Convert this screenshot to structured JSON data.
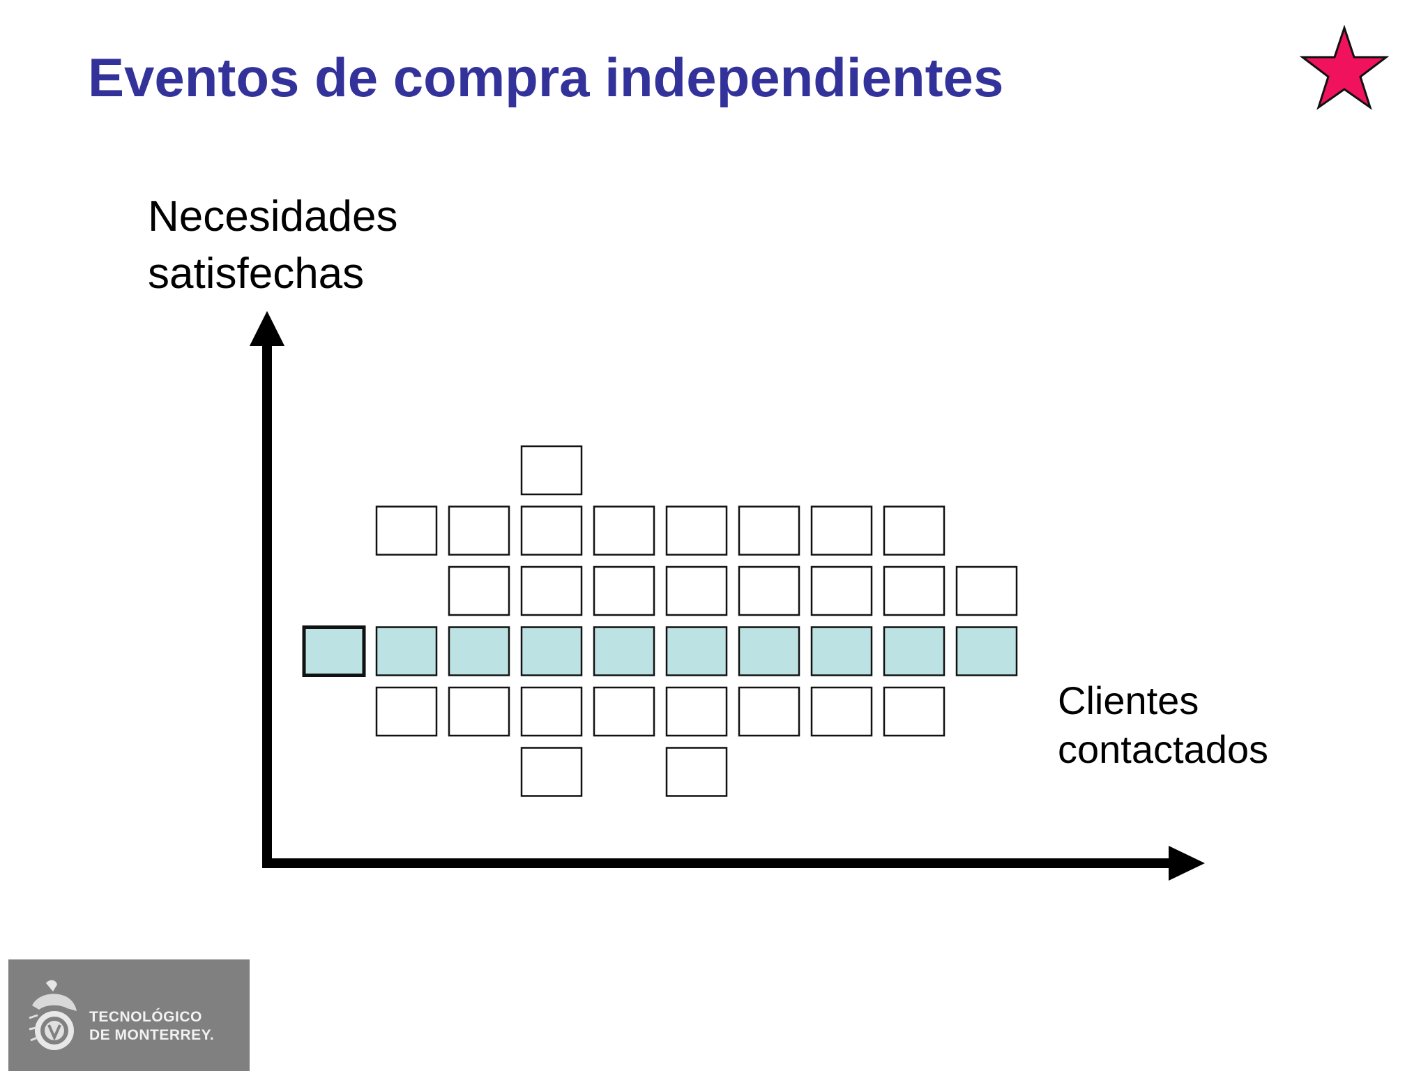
{
  "slide": {
    "title": "Eventos de compra independientes"
  },
  "axes": {
    "y_label_line1": "Necesidades",
    "y_label_line2": "satisfechas",
    "x_label_line1": "Clientes",
    "x_label_line2": "contactados"
  },
  "grid": {
    "rows": [
      {
        "cols": [
          3
        ],
        "filled": false
      },
      {
        "cols": [
          1,
          2,
          3,
          4,
          5,
          6,
          7,
          8
        ],
        "filled": false
      },
      {
        "cols": [
          2,
          3,
          4,
          5,
          6,
          7,
          8,
          9
        ],
        "filled": false
      },
      {
        "cols": [
          0,
          1,
          2,
          3,
          4,
          5,
          6,
          7,
          8,
          9
        ],
        "filled": true,
        "emphasized_col": 0
      },
      {
        "cols": [
          1,
          2,
          3,
          4,
          5,
          6,
          7,
          8
        ],
        "filled": false
      },
      {
        "cols": [
          3,
          5
        ],
        "filled": false
      }
    ]
  },
  "logo": {
    "line1": "TECNOLÓGICO",
    "line2": "DE MONTERREY."
  },
  "colors": {
    "title": "#33329a",
    "star_fill": "#f0125c",
    "cell_fill": "#bde2e3",
    "logo_bg": "#808081"
  },
  "icons": {
    "star": "star-icon",
    "seal": "institution-seal-icon"
  }
}
